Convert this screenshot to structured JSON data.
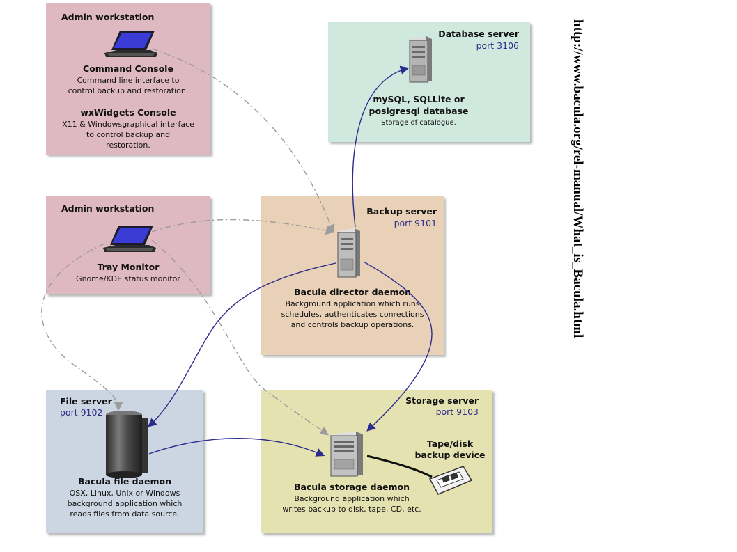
{
  "colors": {
    "admin_bg": "#dfb9c1",
    "database_bg": "#cfe9de",
    "backup_bg": "#e8d1b7",
    "file_bg": "#ccd5e2",
    "storage_bg": "#e5e2b2",
    "arrow_blue": "#2c2c8c",
    "arrow_gray": "#9c9c9c"
  },
  "admin1": {
    "title": "Admin workstation",
    "icon": "laptop-icon",
    "console_title": "Command Console",
    "console_desc": "Command line interface to\ncontrol backup and restoration.",
    "wx_title": "wxWidgets Console",
    "wx_desc": "X11 & Windowsgraphical interface\nto control backup and\nrestoration."
  },
  "admin2": {
    "title": "Admin workstation",
    "icon": "laptop-icon",
    "monitor_title": "Tray Monitor",
    "monitor_desc": "Gnome/KDE status monitor"
  },
  "database": {
    "title": "Database server",
    "port": "port 3106",
    "icon": "server-tower-icon",
    "name": "mySQL, SQLLite or\nposigresql database",
    "desc": "Storage of catalogue."
  },
  "backup": {
    "title": "Backup server",
    "port": "port 9101",
    "icon": "server-tower-icon",
    "name": "Bacula director daemon",
    "desc": "Background application which runs\nschedules, authenticates conrections\nand controls backup operations."
  },
  "file": {
    "title": "File server",
    "port": "port 9102",
    "icon": "file-server-icon",
    "name": "Bacula file daemon",
    "desc": "OSX, Linux, Unix or Windows\nbackground application which\nreads files from data source."
  },
  "storage": {
    "title": "Storage server",
    "port": "port 9103",
    "icon": "server-tower-icon",
    "name": "Bacula storage daemon",
    "desc": "Background application which\nwrites backup to disk, tape, CD, etc.",
    "device_label": "Tape/disk\nbackup device",
    "device_icon": "tape-cartridge-icon"
  },
  "url": "http://www.bacula.org/rel-manual/What_is_Bacula.html"
}
